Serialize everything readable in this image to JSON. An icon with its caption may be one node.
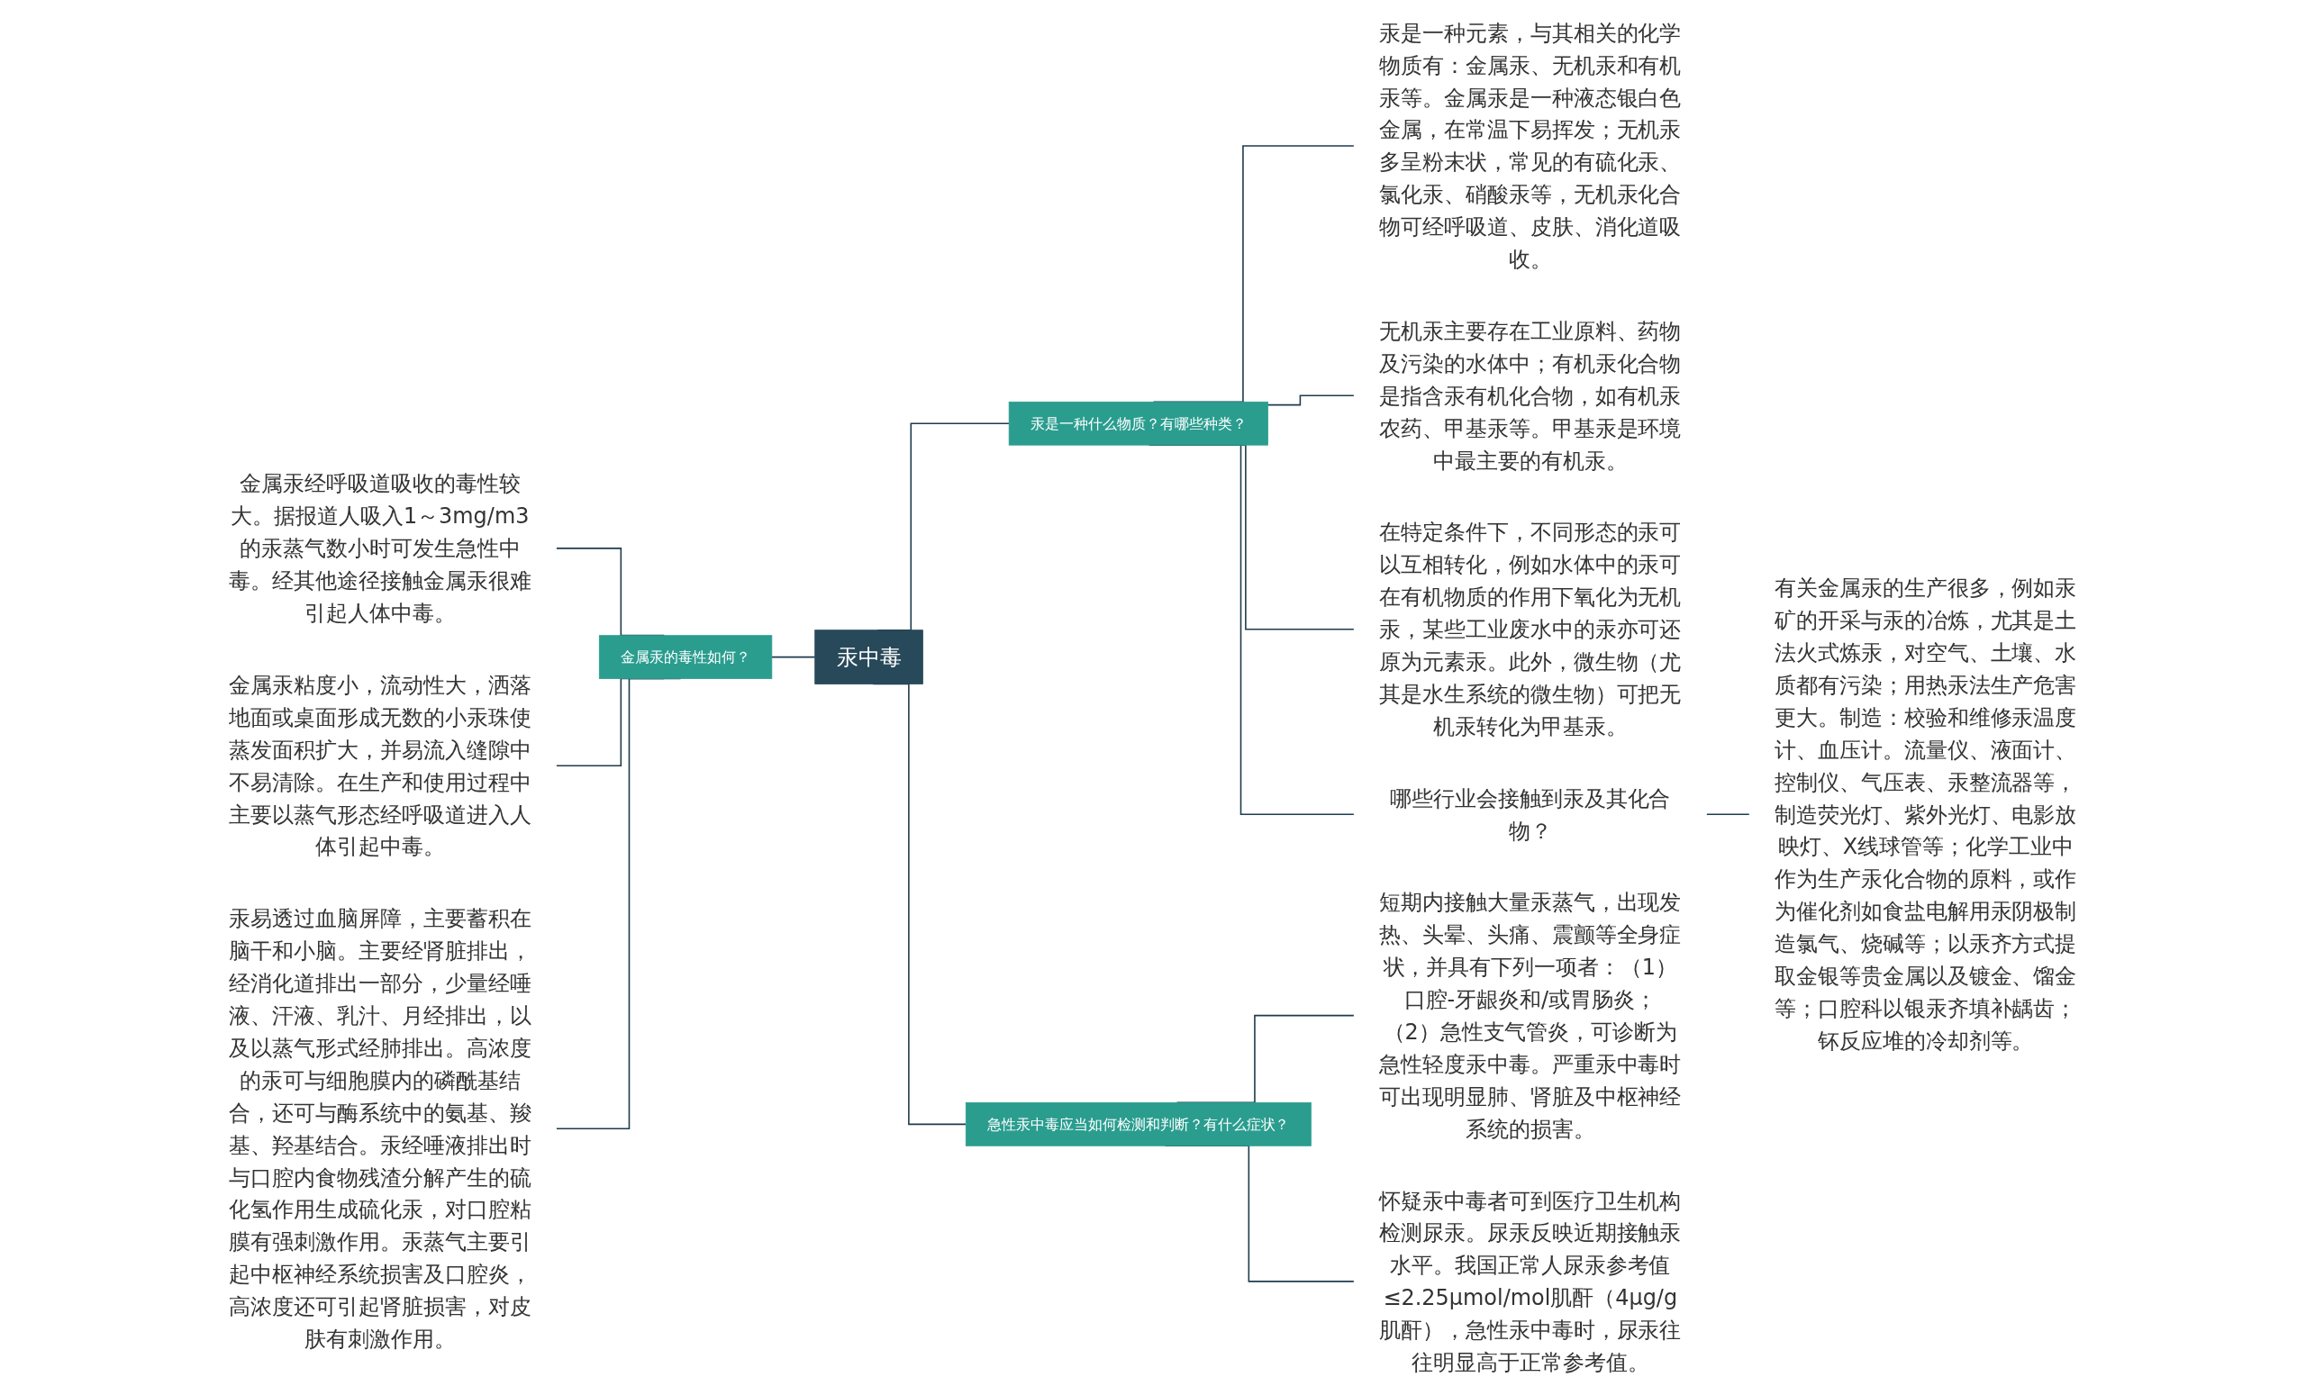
{
  "diagram": {
    "nodes": [
      {
        "text": [
          "汞中毒"
        ]
      },
      {
        "text": [
          "汞是一种什么物质？有哪些种类？"
        ]
      },
      {
        "text": [
          "汞是一种元素，与其相关的化学物质有：金属汞、无机汞和有机汞等。金属汞是一种液态银白色金属，在常温下易挥发；无机汞多呈粉末状，常见的有硫化汞、氯化汞、硝酸汞等，无机汞化合物可经呼吸道、皮肤、消化道吸收。"
        ]
      },
      {
        "text": [
          "无机汞主要存在工业原料、药物及污染的水体中；有机汞化合物是指含汞有机化合物，如有机汞农药、甲基汞等。甲基汞是环境中最主要的有机汞。"
        ]
      },
      {
        "text": [
          "在特定条件下，不同形态的汞可以互相转化，例如水体中的汞可在有机物质的作用下氧化为无机汞，某些工业废水中的汞亦可还原为元素汞。此外，微生物（尤其是水生系统的微生物）可把无机汞转化为甲基汞。"
        ]
      },
      {
        "text": [
          "哪些行业会接触到汞及其化合物？"
        ]
      },
      {
        "text": [
          "有关金属汞的生产很多，例如汞矿的开采与汞的冶炼，尤其是土法火式炼汞，对空气、土壤、水质都有污染；用热汞法生产危害更大。制造：校验和维修汞温度计、血压计。流量仪、液面计、控制仪、气压表、汞整流器等，制造荧光灯、紫外光灯、电影放映灯、X线球管等；化学工业中作为生产汞化合物的原料，或作为催化剂如食盐电解用汞阴极制造氯气、烧碱等；以汞齐方式提取金银等贵金属以及镀金、馏金等；口腔科以银汞齐填补龋齿；钚反应堆的冷却剂等。"
        ]
      },
      {
        "text": [
          "急性汞中毒应当如何检测和判断？有什么症状？"
        ]
      },
      {
        "text": [
          "短期内接触大量汞蒸气，出现发热、头晕、头痛、震颤等全身症状，并具有下列一项者：（1）口腔-牙龈炎和/或胃肠炎；（2）急性支气管炎，可诊断为急性轻度汞中毒。严重汞中毒时可出现明显肺、肾脏及中枢神经系统的损害。"
        ]
      },
      {
        "text": [
          "怀疑汞中毒者可到医疗卫生机构检测尿汞。尿汞反映近期接触汞水平。我国正常人尿汞参考值≤2.25μmol/mol肌酐（4μg/g肌酐），急性汞中毒时，尿汞往往明显高于正常参考值。"
        ]
      },
      {
        "text": [
          "金属汞的毒性如何？"
        ]
      },
      {
        "text": [
          "金属汞经呼吸道吸收的毒性较大。据报道人吸入1～3mg/m3的汞蒸气数小时可发生急性中毒。经其他途径接触金属汞很难引起人体中毒。"
        ]
      },
      {
        "text": [
          "金属汞粘度小，流动性大，洒落地面或桌面形成无数的小汞珠使蒸发面积扩大，并易流入缝隙中不易清除。在生产和使用过程中主要以蒸气形态经呼吸道进入人体引起中毒。"
        ]
      },
      {
        "text": [
          "汞易透过血脑屏障，主要蓄积在脑干和小脑。主要经肾脏排出，经消化道排出一部分，少量经唾液、汗液、乳汁、月经排出，以及以蒸气形式经肺排出。高浓度的汞可与细胞膜内的磷酰基结合，还可与酶系统中的氨基、羧基、羟基结合。汞经唾液排出时与口腔内食物残渣分解产生的硫化氢作用生成硫化汞，对口腔粘膜有强刺激作用。汞蒸气主要引起中枢神经系统损害及口腔炎，高浓度还可引起肾脏损害，对皮肤有刺激作用。"
        ]
      }
    ],
    "edges": [
      {
        "from": 0,
        "to": 1,
        "arrow": "none"
      },
      {
        "from": 1,
        "to": 2,
        "arrow": "none"
      },
      {
        "from": 1,
        "to": 3,
        "arrow": "none"
      },
      {
        "from": 1,
        "to": 4,
        "arrow": "none"
      },
      {
        "from": 1,
        "to": 5,
        "arrow": "none"
      },
      {
        "from": 5,
        "to": 6,
        "arrow": "none"
      },
      {
        "from": 0,
        "to": 7,
        "arrow": "none"
      },
      {
        "from": 7,
        "to": 8,
        "arrow": "none"
      },
      {
        "from": 7,
        "to": 9,
        "arrow": "none"
      },
      {
        "from": 10,
        "to": 0,
        "arrow": "none"
      },
      {
        "from": 11,
        "to": 10,
        "arrow": "none"
      },
      {
        "from": 12,
        "to": 10,
        "arrow": "none"
      },
      {
        "from": 13,
        "to": 10,
        "arrow": "none"
      }
    ]
  }
}
